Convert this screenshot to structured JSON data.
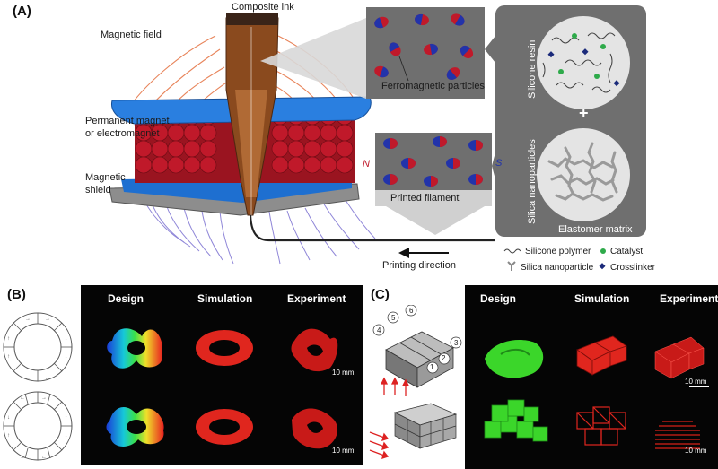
{
  "panel_a": {
    "letter": "(A)",
    "labels": {
      "composite_ink": "Composite ink",
      "magnetic_field": "Magnetic field",
      "permanent_magnet_line1": "Permanent magnet",
      "permanent_magnet_line2": "or electromagnet",
      "magnetic_shield_line1": "Magnetic",
      "magnetic_shield_line2": "shield",
      "ferromagnetic_particles": "Ferromagnetic particles",
      "printed_filament": "Printed filament",
      "pole_n": "N",
      "pole_s": "S",
      "printing_direction": "Printing direction",
      "silicone_resin": "Silicone resin",
      "silica_nanoparticles": "Silica nanoparticles",
      "plus": "+",
      "elastomer_matrix": "Elastomer matrix"
    },
    "legend": {
      "silicone_polymer": "Silicone polymer",
      "catalyst": "Catalyst",
      "silica_nanoparticle": "Silica nanoparticle",
      "crosslinker": "Crosslinker"
    },
    "colors": {
      "magnet_red": "#c0192a",
      "shield_blue": "#1e6fd0",
      "nozzle_brown": "#8a4a1e",
      "field_orange": "#e8845a",
      "field_purple": "#8f86d8",
      "panel_gray": "#6f6f6f",
      "catalyst_green": "#2eaa4a",
      "crosslinker_navy": "#1b2a7a"
    }
  },
  "panel_b": {
    "letter": "(B)",
    "headers": {
      "design": "Design",
      "simulation": "Simulation",
      "experiment": "Experiment"
    },
    "scale_labels": [
      "10 mm",
      "10 mm"
    ]
  },
  "panel_c": {
    "letter": "(C)",
    "headers": {
      "design": "Design",
      "simulation": "Simulation",
      "experiment": "Experiment"
    },
    "scale_labels": [
      "10 mm",
      "10 mm"
    ],
    "cell_numbers": [
      "1",
      "2",
      "3",
      "4",
      "5",
      "6"
    ],
    "colors": {
      "design_green": "#3bd62a",
      "sim_red": "#e0261e"
    }
  }
}
